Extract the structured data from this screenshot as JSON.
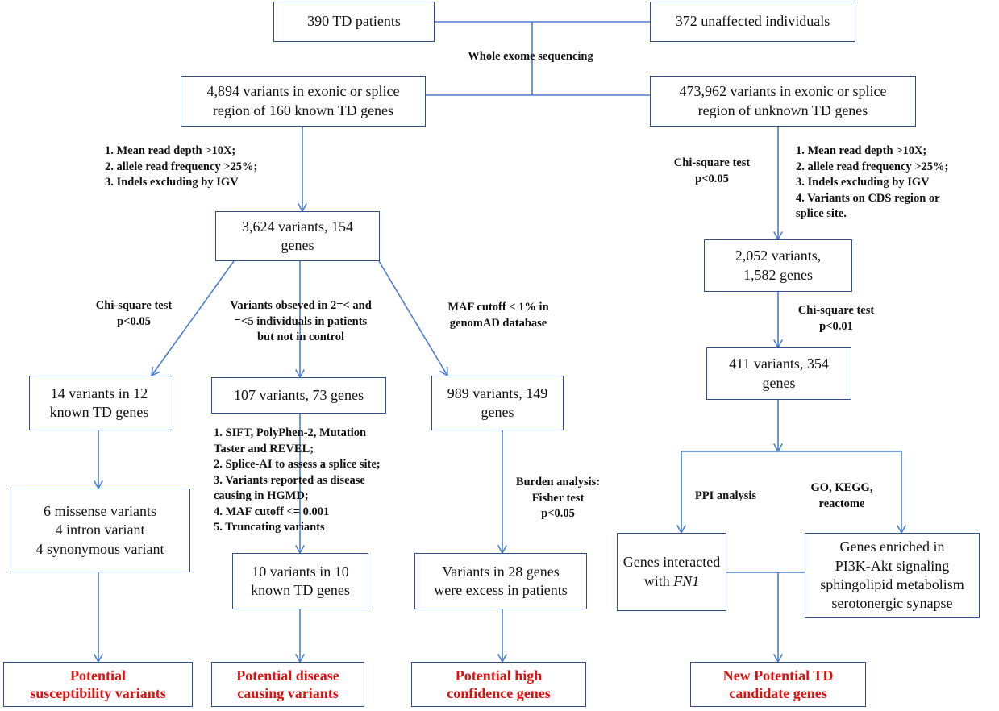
{
  "boxes": {
    "td_patients": "390 TD patients",
    "unaffected": "372 unaffected individuals",
    "known_variants": "4,894 variants in exonic or splice\nregion of 160 known TD genes",
    "unknown_variants": "473,962 variants in exonic or splice\nregion of unknown TD genes",
    "v3624": "3,624 variants, 154\ngenes",
    "v2052": "2,052 variants,\n1,582 genes",
    "v411": "411 variants, 354\ngenes",
    "v14": "14 variants in 12\nknown TD genes",
    "v107": "107 variants, 73 genes",
    "v989": "989 variants, 149\ngenes",
    "v6missense": "6 missense variants\n4 intron variant\n4 synonymous variant",
    "v10": "10 variants in 10\nknown TD genes",
    "v28": "Variants in 28 genes\nwere excess in patients",
    "genes_interacted_prefix": "Genes interacted\nwith ",
    "genes_interacted_gene": "FN1",
    "genes_enriched": "Genes enriched in\nPI3K-Akt signaling\nsphingolipid metabolism\nserotonergic synapse",
    "out_susceptibility": "Potential\nsusceptibility variants",
    "out_disease": "Potential disease\ncausing variants",
    "out_high": "Potential high\nconfidence genes",
    "out_new": "New Potential TD\ncandidate genes"
  },
  "labels": {
    "wes": "Whole exome sequencing",
    "filters_left": "1. Mean read depth >10X;\n2. allele read frequency >25%;\n3. Indels excluding by IGV",
    "filters_right": "1. Mean read depth >10X;\n2. allele read frequency >25%;\n3. Indels excluding by IGV\n4. Variants on CDS region or\nsplice site.",
    "chi_right": "Chi-square test\np<0.05",
    "chi_left": "Chi-square test\np<0.05",
    "observed": "Variants obseved in 2=< and\n=<5 individuals in patients\nbut not in control",
    "maf": "MAF cutoff < 1% in\ngenomAD database",
    "chi_001": "Chi-square test\np<0.01",
    "sift": "1. SIFT, PolyPhen-2, Mutation\nTaster and REVEL;\n2. Splice-AI to assess a splice site;\n3. Variants reported as disease\ncausing in HGMD;\n4. MAF cutoff <= 0.001\n5. Truncating variants",
    "burden": "Burden analysis:\nFisher test\np<0.05",
    "ppi": "PPI analysis",
    "go": "GO, KEGG,\nreactome"
  },
  "colors": {
    "line": "#4a7fd0",
    "box_border": "#2f4f8f",
    "outcome_text": "#e01010"
  }
}
